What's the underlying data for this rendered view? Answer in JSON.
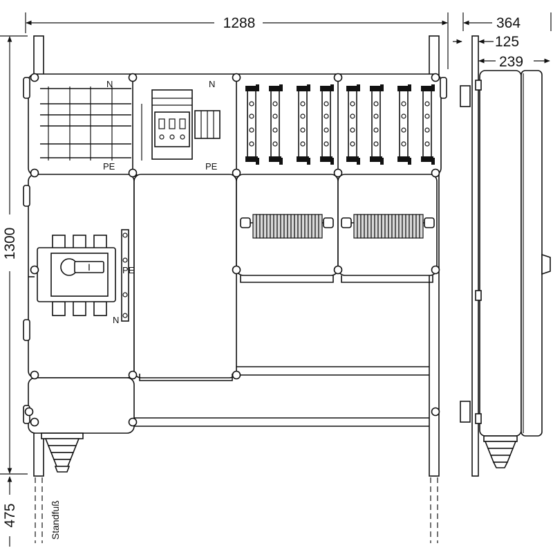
{
  "dimensions": {
    "width_total": "1288",
    "depth_total": "364",
    "depth_front": "125",
    "depth_body": "239",
    "height_total": "1300",
    "foot_height": "475"
  },
  "labels": {
    "n_busbar": "N",
    "pe_busbar": "PE",
    "n_spd": "N",
    "pe_spd": "PE",
    "pe_switch": "PE",
    "n_switch": "N",
    "switch_mark": "I",
    "foot": "Standfuß"
  },
  "colors": {
    "line": "#111111",
    "background": "#ffffff",
    "terminal_fill": "#d9d9d9"
  }
}
